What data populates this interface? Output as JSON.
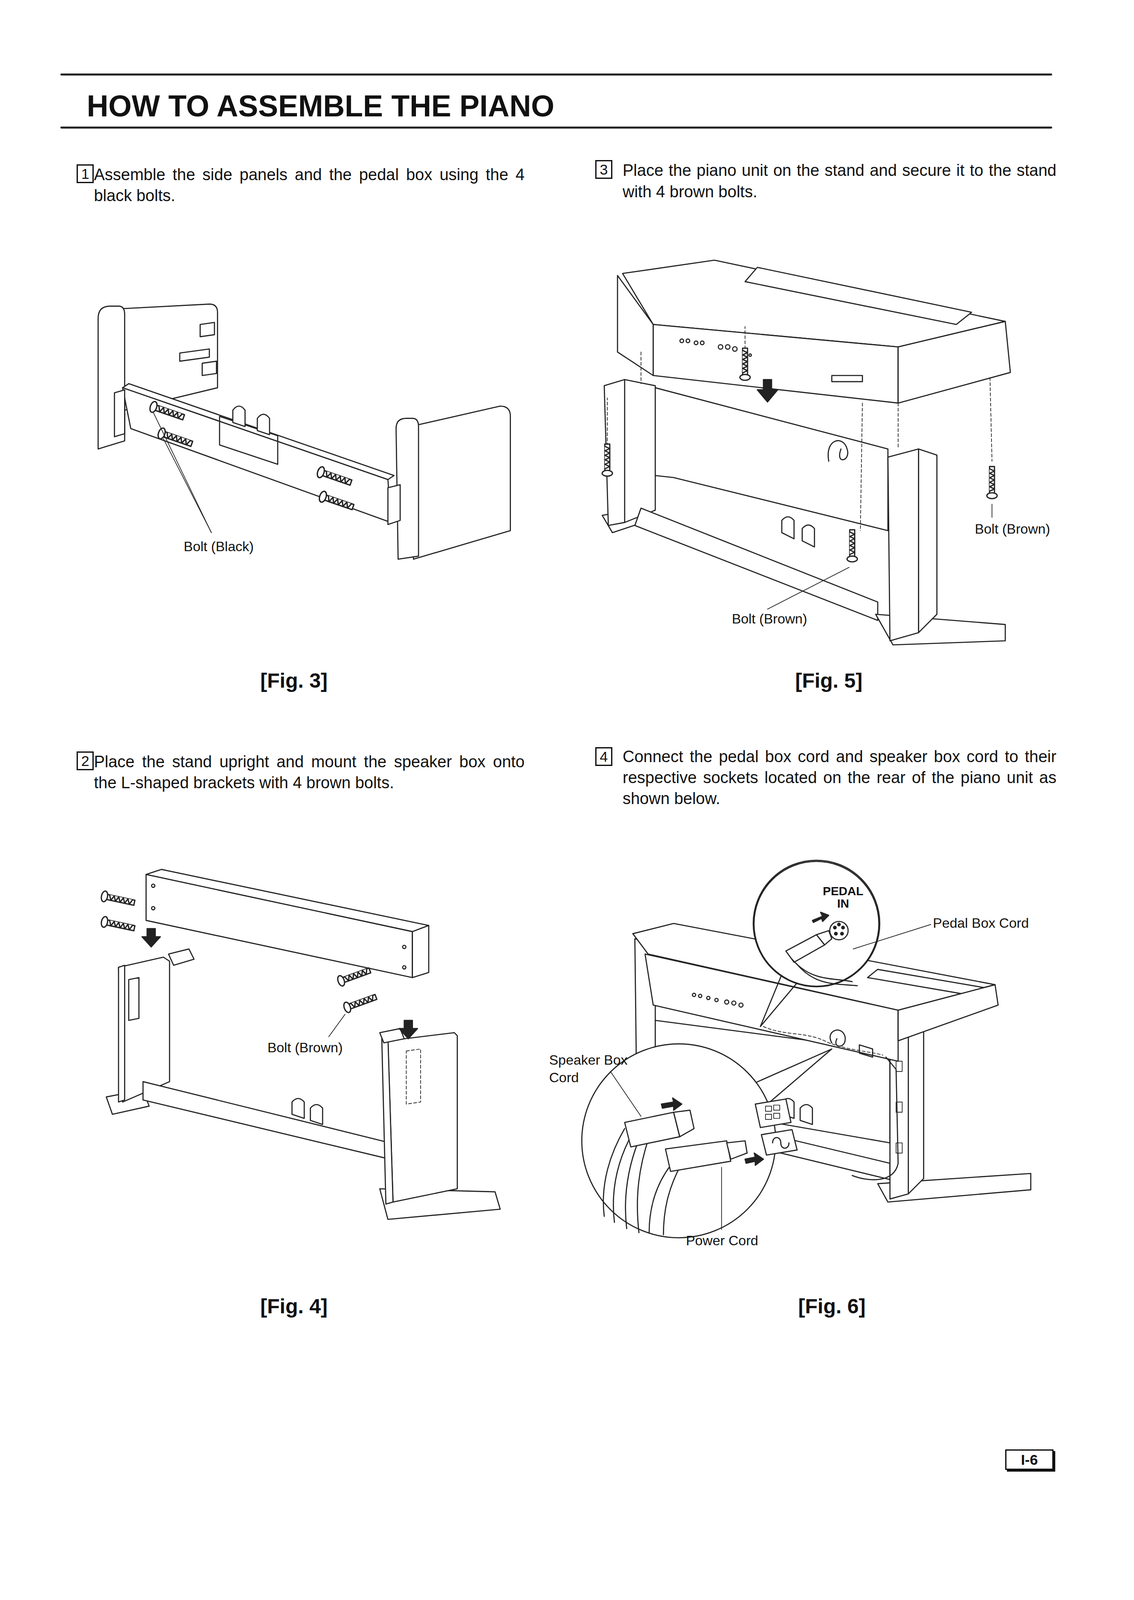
{
  "diagram": {
    "title": "HOW TO ASSEMBLE THE PIANO",
    "nodes": [
      {
        "text": [
          "1"
        ]
      },
      {
        "text": [
          "3"
        ]
      },
      {
        "text": [
          "2"
        ]
      },
      {
        "text": [
          "4"
        ]
      },
      {
        "text": [
          "PEDAL IN"
        ]
      },
      {
        "text": [
          "I-6"
        ]
      }
    ],
    "labels": [
      "Assemble the side panels and the pedal box using the 4 black bolts.",
      "Bolt (Black)",
      "[Fig. 3]",
      "Place the piano unit on the stand and secure it to the stand with 4 brown bolts.",
      "Bolt (Brown)",
      "Bolt (Brown)",
      "[Fig. 5]",
      "Place the stand upright and mount the speaker box onto the L-shaped brackets with 4 brown bolts.",
      "Bolt (Brown)",
      "[Fig. 4]",
      "Connect the pedal box cord and speaker box cord to their respective sockets located on the rear of the piano unit as shown below.",
      "Pedal Box Cord",
      "Speaker Box Cord",
      "Power Cord",
      "[Fig. 6]"
    ]
  }
}
